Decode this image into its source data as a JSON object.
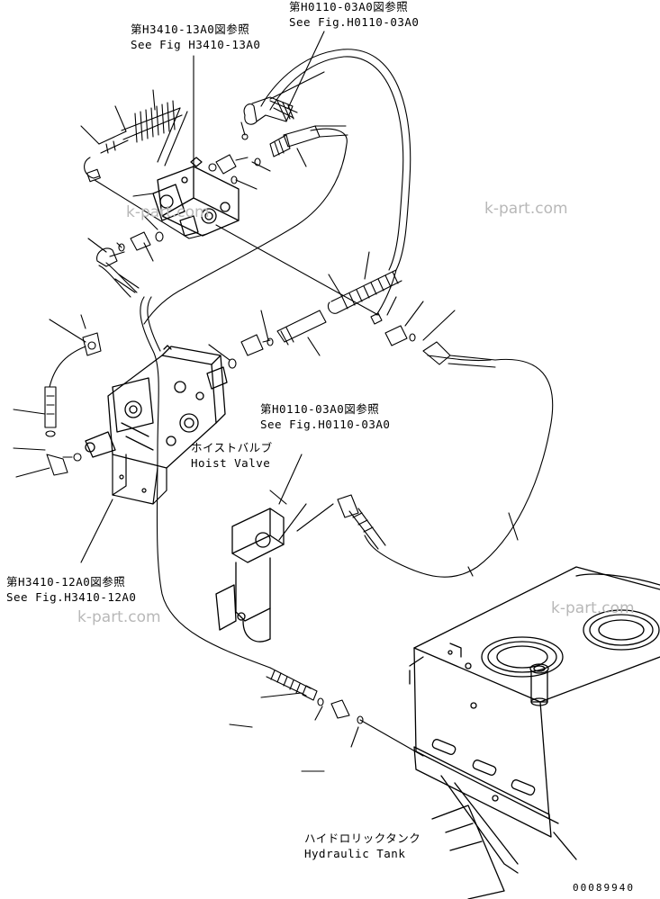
{
  "refs": {
    "ref_h0110_top_jp": "第H0110-03A0図参照",
    "ref_h0110_top_en": "See Fig.H0110-03A0",
    "ref_h3410_13_jp": "第H3410-13A0図参照",
    "ref_h3410_13_en": "See Fig H3410-13A0",
    "ref_h0110_mid_jp": "第H0110-03A0図参照",
    "ref_h0110_mid_en": "See Fig.H0110-03A0",
    "ref_h3410_12_jp": "第H3410-12A0図参照",
    "ref_h3410_12_en": "See Fig.H3410-12A0"
  },
  "parts": {
    "hoist_valve_jp": "ホイストバルブ",
    "hoist_valve_en": "Hoist Valve",
    "hydraulic_tank_jp": "ハイドロリックタンク",
    "hydraulic_tank_en": "Hydraulic Tank"
  },
  "watermarks": [
    "k-part.com",
    "k-part.com",
    "k-part.com",
    "k-part.com"
  ],
  "figure_number": "00089940",
  "colors": {
    "line": "#000000",
    "watermark": "#b8b8b8",
    "background": "#ffffff"
  }
}
